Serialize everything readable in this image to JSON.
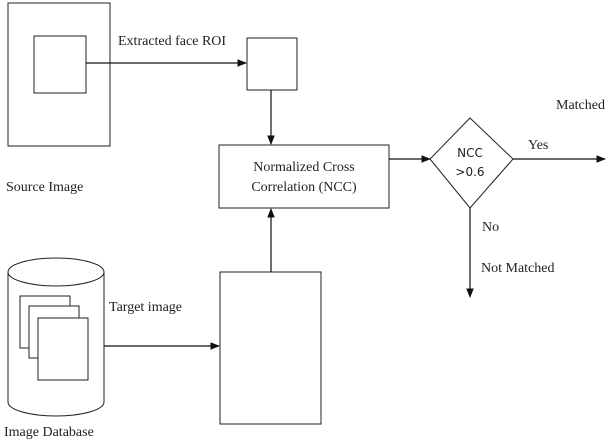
{
  "labels": {
    "extracted_roi": "Extracted face ROI",
    "source_image": "Source Image",
    "ncc_line1": "Normalized Cross",
    "ncc_line2": "Correlation (NCC)",
    "decision_line1": "NCC",
    "decision_line2": ">0.6",
    "yes": "Yes",
    "matched": "Matched",
    "no": "No",
    "not_matched": "Not Matched",
    "target_image": "Target image",
    "image_database": "Image Database"
  }
}
